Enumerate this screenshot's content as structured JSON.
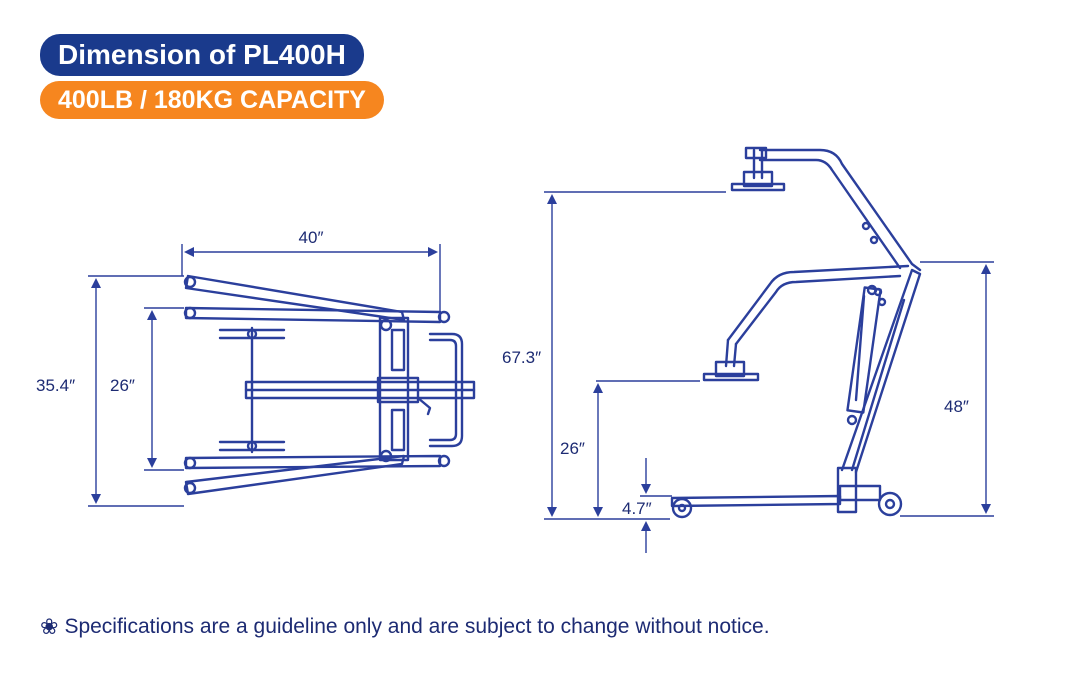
{
  "header": {
    "title": "Dimension of PL400H",
    "capacity": "400LB / 180KG CAPACITY"
  },
  "top_view": {
    "width_label": "40″",
    "outer_depth_label": "35.4″",
    "inner_depth_label": "26″"
  },
  "side_view": {
    "max_height_label": "67.3″",
    "min_height_label": "26″",
    "base_height_label": "4.7″",
    "mast_height_label": "48″"
  },
  "footer": {
    "icon": "flower-icon",
    "note": "Specifications are a guideline only and are subject to change without notice."
  },
  "colors": {
    "line": "#2b3f9c",
    "text": "#1d2b73",
    "title_bg": "#1a3a8c",
    "capacity_bg": "#f6861f"
  }
}
